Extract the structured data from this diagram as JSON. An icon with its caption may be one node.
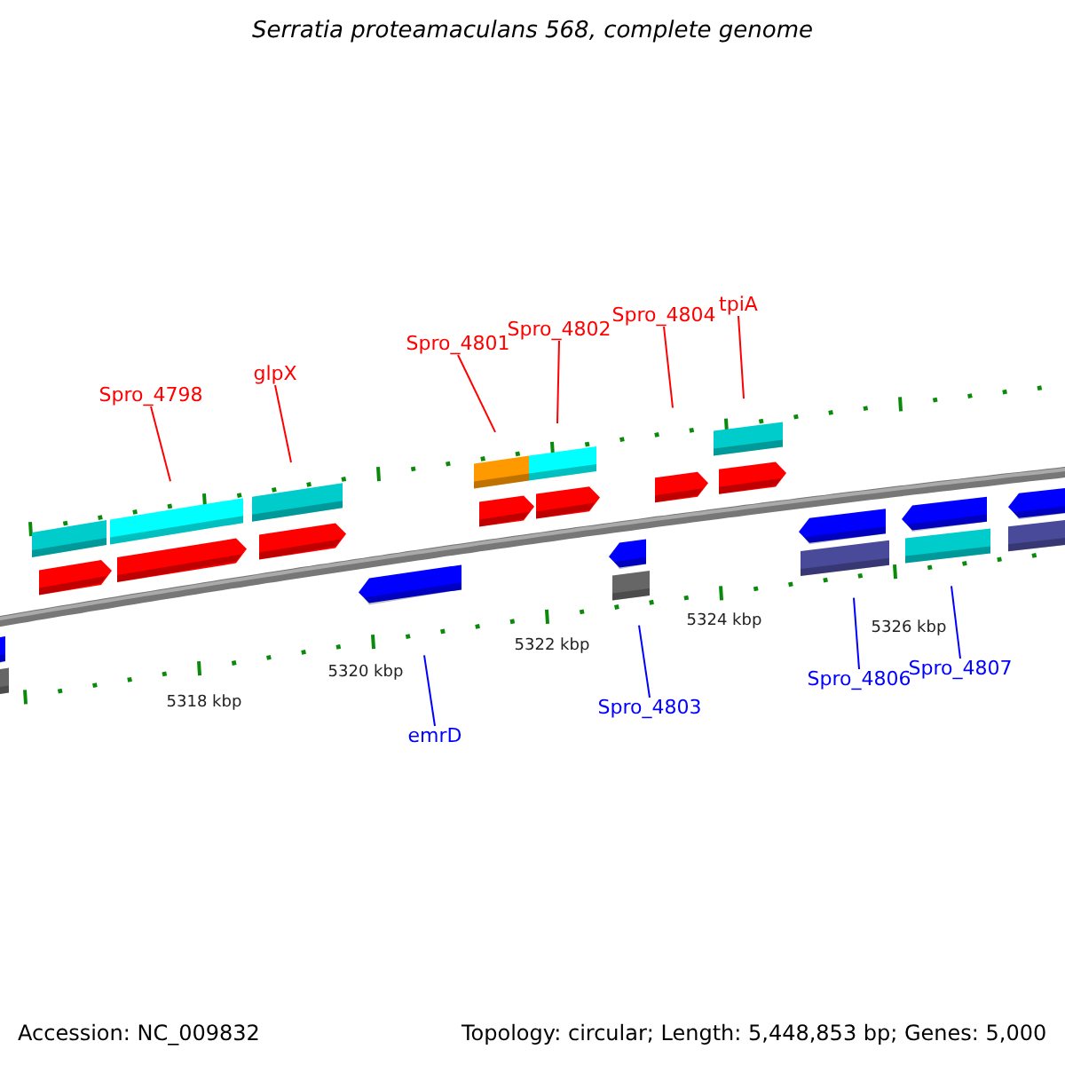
{
  "diagram": {
    "title": "Serratia proteamaculans 568, complete genome",
    "nodes": [
      {
        "text": [
          "Spro_4798"
        ]
      },
      {
        "text": [
          "glpX"
        ]
      },
      {
        "text": [
          "Spro_4801"
        ]
      },
      {
        "text": [
          "Spro_4802"
        ]
      },
      {
        "text": [
          "Spro_4804"
        ]
      },
      {
        "text": [
          "tpiA"
        ]
      },
      {
        "text": [
          "emrD"
        ]
      },
      {
        "text": [
          "Spro_4803"
        ]
      },
      {
        "text": [
          "Spro_4806"
        ]
      },
      {
        "text": [
          "Spro_4807"
        ]
      }
    ],
    "edges": [
      {
        "from": 0,
        "to": null,
        "arrow": "none"
      },
      {
        "from": 1,
        "to": null,
        "arrow": "none"
      },
      {
        "from": 2,
        "to": null,
        "arrow": "none"
      },
      {
        "from": 3,
        "to": null,
        "arrow": "none"
      },
      {
        "from": 4,
        "to": null,
        "arrow": "none"
      },
      {
        "from": 5,
        "to": null,
        "arrow": "none"
      },
      {
        "from": 6,
        "to": null,
        "arrow": "none",
        "color": "#0000ff"
      },
      {
        "from": 7,
        "to": null,
        "arrow": "none",
        "color": "#0000ff"
      },
      {
        "from": 8,
        "to": null,
        "arrow": "none",
        "color": "#0000ff"
      },
      {
        "from": 9,
        "to": null,
        "arrow": "none",
        "color": "#0000ff"
      }
    ],
    "labels": [
      "5326 kbp",
      "5324 kbp",
      "5322 kbp",
      "5320 kbp",
      "5318 kbp",
      "Accession: NC_009832",
      "Topology: circular; Length: 5,448,853 bp; Genes: 5,000"
    ]
  }
}
